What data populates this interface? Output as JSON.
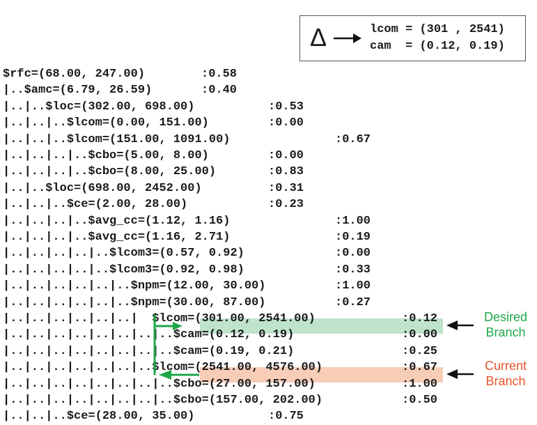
{
  "delta": {
    "symbol": "Δ",
    "line1": "lcom = (301 , 2541)",
    "line2": "cam  = (0.12, 0.19)"
  },
  "rows": [
    {
      "prefix": "",
      "cond": "$rfc=(68.00, 247.00)",
      "val": ":0.58",
      "vcol": 289
    },
    {
      "prefix": "|..",
      "cond": "$amc=(6.79, 26.59)",
      "val": ":0.40",
      "vcol": 289
    },
    {
      "prefix": "|..|..",
      "cond": "$loc=(302.00, 698.00)",
      "val": ":0.53",
      "vcol": 385
    },
    {
      "prefix": "|..|..|..",
      "cond": "$lcom=(0.00, 151.00)",
      "val": ":0.00",
      "vcol": 385
    },
    {
      "prefix": "|..|..|..",
      "cond": "$lcom=(151.00, 1091.00)",
      "val": ":0.67",
      "vcol": 481
    },
    {
      "prefix": "|..|..|..|..",
      "cond": "$cbo=(5.00, 8.00)",
      "val": ":0.00",
      "vcol": 385
    },
    {
      "prefix": "|..|..|..|..",
      "cond": "$cbo=(8.00, 25.00)",
      "val": ":0.83",
      "vcol": 385
    },
    {
      "prefix": "|..|..",
      "cond": "$loc=(698.00, 2452.00)",
      "val": ":0.31",
      "vcol": 385
    },
    {
      "prefix": "|..|..|..",
      "cond": "$ce=(2.00, 28.00)",
      "val": ":0.23",
      "vcol": 385
    },
    {
      "prefix": "|..|..|..|..",
      "cond": "$avg_cc=(1.12, 1.16)",
      "val": ":1.00",
      "vcol": 481
    },
    {
      "prefix": "|..|..|..|..",
      "cond": "$avg_cc=(1.16, 2.71)",
      "val": ":0.19",
      "vcol": 481
    },
    {
      "prefix": "|..|..|..|..|..",
      "cond": "$lcom3=(0.57, 0.92)",
      "val": ":0.00",
      "vcol": 481
    },
    {
      "prefix": "|..|..|..|..|..",
      "cond": "$lcom3=(0.92, 0.98)",
      "val": ":0.33",
      "vcol": 481
    },
    {
      "prefix": "|..|..|..|..|..|..",
      "cond": "$npm=(12.00, 30.00)",
      "val": ":1.00",
      "vcol": 481
    },
    {
      "prefix": "|..|..|..|..|..|..",
      "cond": "$npm=(30.00, 87.00)",
      "val": ":0.27",
      "vcol": 481
    },
    {
      "prefix": "|..|..|..|..|..|..|  ",
      "cond": "$lcom=(301.00, 2541.00)",
      "val": ":0.12",
      "vcol": 577
    },
    {
      "prefix": "|..|..|..|..|..|..|..|..",
      "cond": "$cam=(0.12, 0.19)",
      "val": ":0.00",
      "vcol": 577
    },
    {
      "prefix": "|..|..|..|..|..|..|..|..",
      "cond": "$cam=(0.19, 0.21)",
      "val": ":0.25",
      "vcol": 577
    },
    {
      "prefix": "|..|..|..|..|..|..|..",
      "cond": "$lcom=(2541.00, 4576.00)",
      "val": ":0.67",
      "vcol": 577
    },
    {
      "prefix": "|..|..|..|..|..|..|..|..",
      "cond": "$cbo=(27.00, 157.00)",
      "val": ":1.00",
      "vcol": 577
    },
    {
      "prefix": "|..|..|..|..|..|..|..|..",
      "cond": "$cbo=(157.00, 202.00)",
      "val": ":0.50",
      "vcol": 577
    },
    {
      "prefix": "|..|..|..",
      "cond": "$ce=(28.00, 35.00)",
      "val": ":0.75",
      "vcol": 385
    }
  ],
  "legend": {
    "desired": [
      "Desired",
      "Branch"
    ],
    "current": [
      "Current",
      "Branch"
    ],
    "desired_color": "#1ea84a",
    "current_color": "#e8542a",
    "highlight_desired": "#bfe3cb",
    "highlight_current": "#f7cdb8"
  }
}
